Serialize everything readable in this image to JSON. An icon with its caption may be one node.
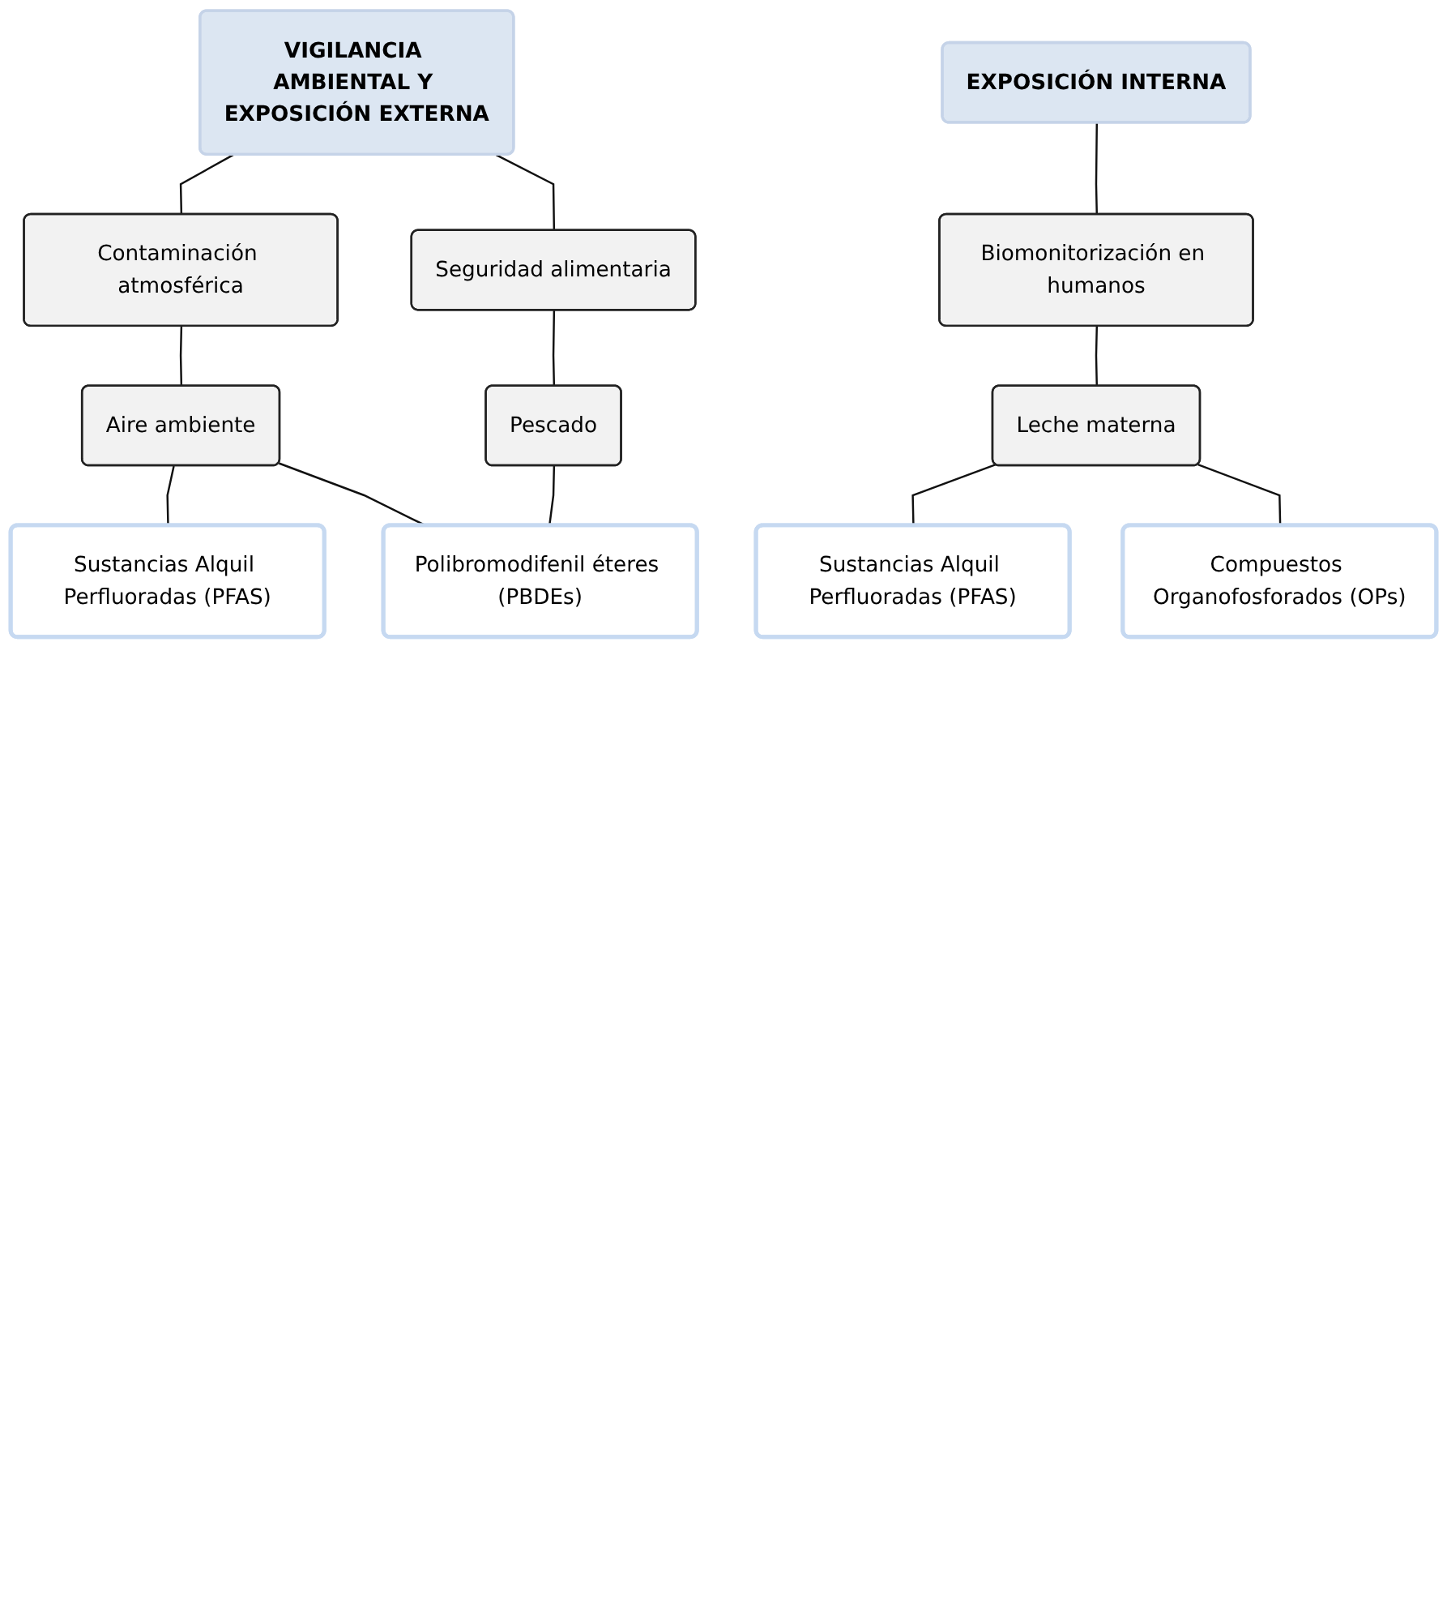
{
  "diagram": {
    "nodes": [
      {
        "text": [
          "VIGILANCIA AMBIENTAL Y EXPOSICIÓN EXTERNA"
        ]
      },
      {
        "text": [
          "Contaminación atmosférica"
        ]
      },
      {
        "text": [
          "Seguridad alimentaria"
        ]
      },
      {
        "text": [
          "Aire ambiente"
        ]
      },
      {
        "text": [
          "Pescado"
        ]
      },
      {
        "text": [
          "Sustancias Alquil Perfluoradas (PFAS)"
        ]
      },
      {
        "text": [
          "Polibromodifenil éteres (PBDEs)"
        ]
      },
      {
        "text": [
          "EXPOSICIÓN INTERNA"
        ]
      },
      {
        "text": [
          "Biomonitorización en humanos"
        ]
      },
      {
        "text": [
          "Leche materna"
        ]
      },
      {
        "text": [
          "Sustancias Alquil Perfluoradas (PFAS)"
        ]
      },
      {
        "text": [
          "Compuestos Organofosforados (OPs)"
        ]
      }
    ],
    "edges": [
      {
        "from": 0,
        "to": 1,
        "arrow": "none"
      },
      {
        "from": 0,
        "to": 2,
        "arrow": "none"
      },
      {
        "from": 1,
        "to": 3,
        "arrow": "none"
      },
      {
        "from": 2,
        "to": 4,
        "arrow": "none"
      },
      {
        "from": 3,
        "to": 5,
        "arrow": "none"
      },
      {
        "from": 3,
        "to": 6,
        "arrow": "none"
      },
      {
        "from": 4,
        "to": 6,
        "arrow": "none"
      },
      {
        "from": 7,
        "to": 8,
        "arrow": "none"
      },
      {
        "from": 8,
        "to": 9,
        "arrow": "none"
      },
      {
        "from": 9,
        "to": 10,
        "arrow": "none"
      },
      {
        "from": 9,
        "to": 11,
        "arrow": "none"
      }
    ]
  }
}
